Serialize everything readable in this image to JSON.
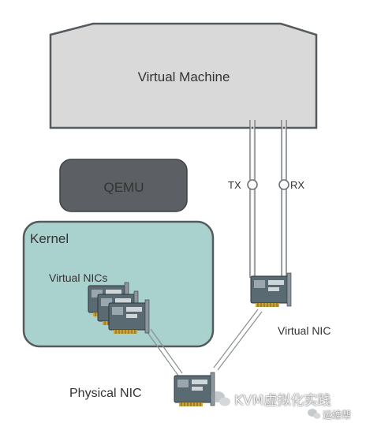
{
  "diagram": {
    "vm_label": "Virtual Machine",
    "qemu_label": "QEMU",
    "kernel_label": "Kernel",
    "virtual_nics_label": "Virtual NICs",
    "tx_label": "TX",
    "rx_label": "RX",
    "virtual_nic_label": "Virtual NIC",
    "physical_nic_label": "Physical NIC"
  },
  "watermark": {
    "main_text": "KVM虚拟化实践",
    "sub_text": "运维帮"
  },
  "colors": {
    "vm_fill": "#d9d9d9",
    "qemu_fill": "#5c6064",
    "kernel_fill": "#a9d1ce",
    "outline": "#555a5e"
  }
}
